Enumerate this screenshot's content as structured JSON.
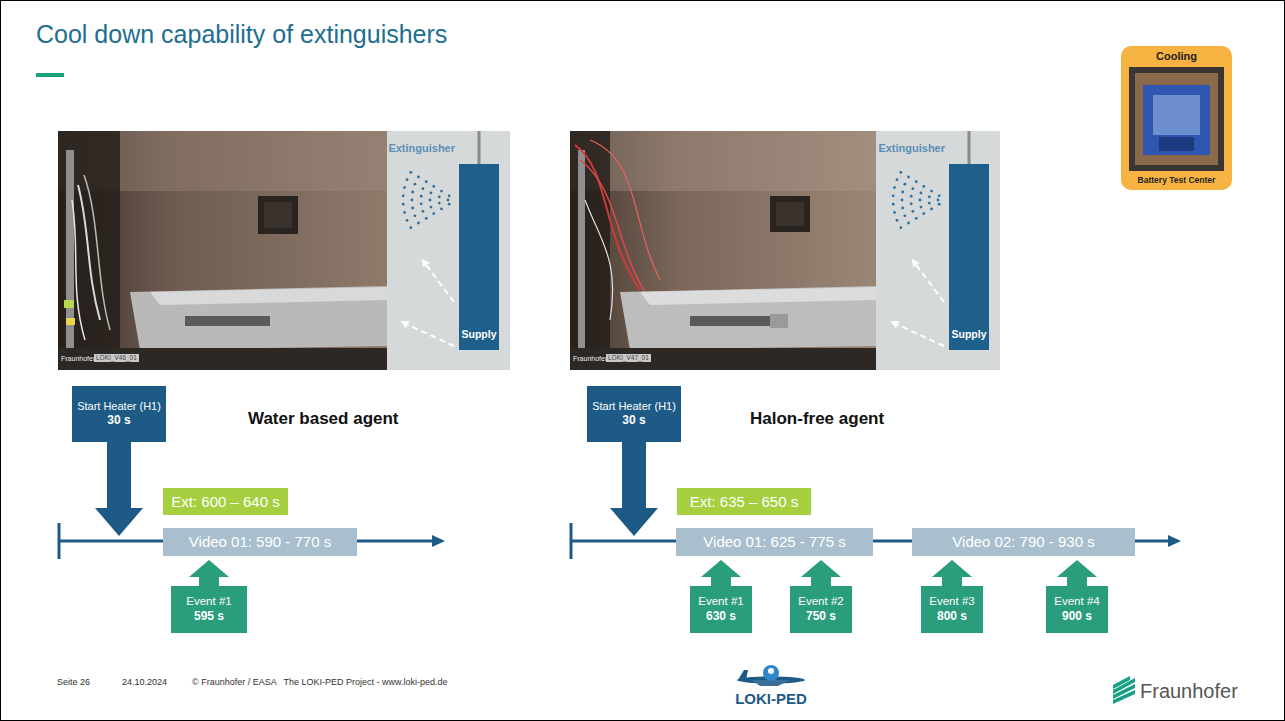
{
  "diagram": {
    "title": "Cool down capability of extinguishers",
    "nodes": [
      {
        "text": [
          "Cooling",
          "Battery Test Center"
        ]
      },
      {
        "text": [
          "Extinguisher",
          "Supply"
        ]
      },
      {
        "text": [
          "Extinguisher",
          "Supply"
        ]
      },
      {
        "text": [
          "Start Heater (H1)",
          "30 s"
        ]
      },
      {
        "text": [
          "Ext: 600 – 640 s"
        ]
      },
      {
        "text": [
          "Video 01: 590 - 770 s"
        ]
      },
      {
        "text": [
          "Event #1",
          "595 s"
        ]
      },
      {
        "text": [
          "Start Heater (H1)",
          "30 s"
        ]
      },
      {
        "text": [
          "Ext: 635 – 650 s"
        ]
      },
      {
        "text": [
          "Video 01: 625 - 775 s"
        ]
      },
      {
        "text": [
          "Video 02: 790 - 930 s"
        ]
      },
      {
        "text": [
          "Event #1",
          "630 s"
        ]
      },
      {
        "text": [
          "Event #2",
          "750 s"
        ]
      },
      {
        "text": [
          "Event #3",
          "800 s"
        ]
      },
      {
        "text": [
          "Event #4",
          "900 s"
        ]
      }
    ],
    "labels": [
      "Fraunhofer",
      "LOKI_V46_01",
      "Water based agent",
      "Fraunhofer",
      "LOKI_V47_01",
      "Halon-free agent",
      "Seite 26",
      "24.10.2024",
      "© Fraunhofer / EASA   The LOKI-PED Project - www.loki-ped.de",
      "LOKI-PED",
      "Fraunhofer"
    ]
  }
}
